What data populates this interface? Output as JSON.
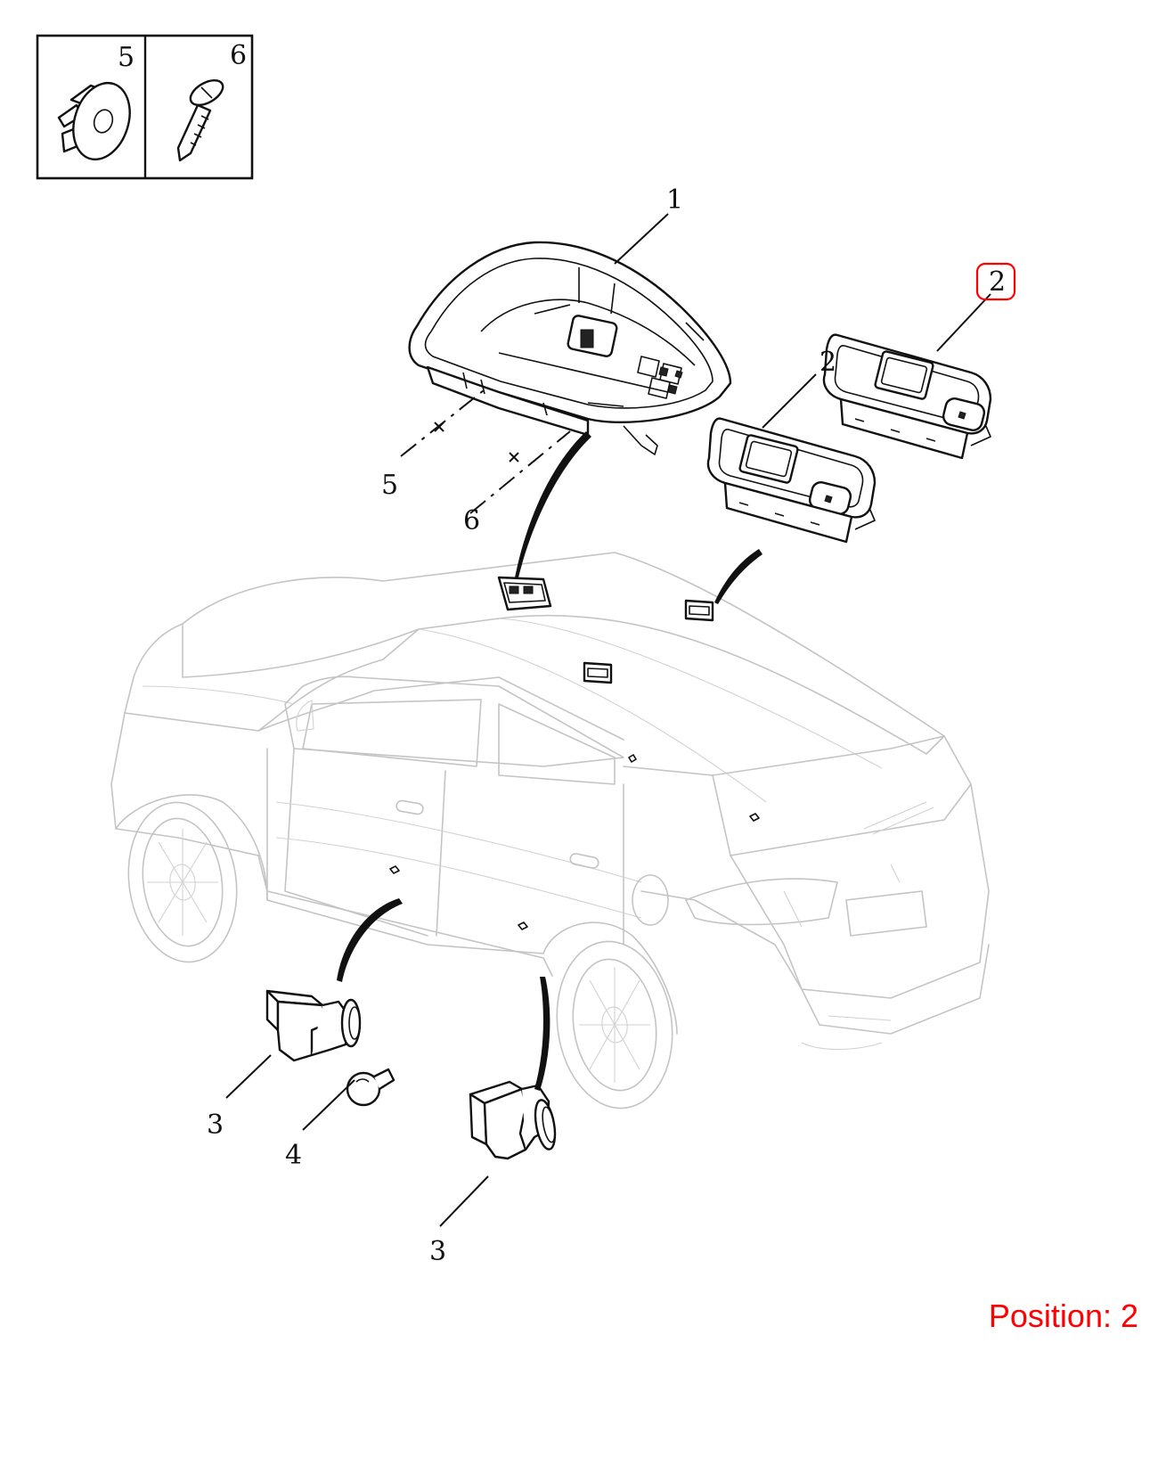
{
  "inset": {
    "items": [
      {
        "number": "5",
        "icon": "push-clip-icon"
      },
      {
        "number": "6",
        "icon": "tapping-screw-icon"
      }
    ]
  },
  "callouts": {
    "c1": "1",
    "c2a": "2",
    "c2b": "2",
    "c3a": "3",
    "c3b": "3",
    "c4": "4",
    "c5": "5",
    "c6": "6"
  },
  "highlight_color": "#ff0000",
  "position": {
    "prefix": "Position:",
    "value": "2",
    "text": "Position: 2"
  }
}
